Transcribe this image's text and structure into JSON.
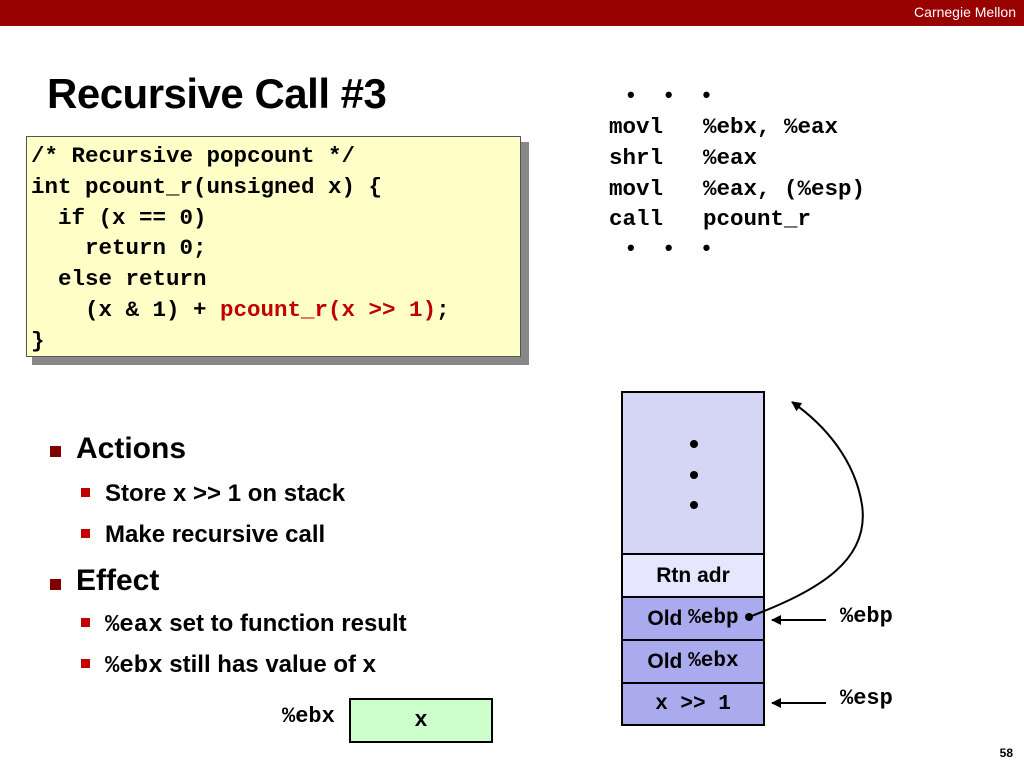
{
  "header": {
    "org": "Carnegie Mellon"
  },
  "slide": {
    "title": "Recursive Call #3",
    "page_number": "58"
  },
  "code": {
    "lines": [
      "/* Recursive popcount */",
      "int pcount_r(unsigned x) {",
      "  if (x == 0)",
      "    return 0;",
      "  else return",
      "    (x & 1) + "
    ],
    "highlight": "pcount_r(x >> 1)",
    "line6_end": ";",
    "closing": "}"
  },
  "assembly": {
    "ellipsis_top": "• • •",
    "ellipsis_bottom": "• • •",
    "instructions": [
      {
        "op": "movl",
        "args": "%ebx, %eax"
      },
      {
        "op": "shrl",
        "args": "%eax"
      },
      {
        "op": "movl",
        "args": "%eax, (%esp)"
      },
      {
        "op": "call",
        "args": "pcount_r"
      }
    ]
  },
  "bullets": {
    "actions": {
      "label": "Actions",
      "items": [
        "Store x >> 1 on stack",
        "Make recursive call"
      ]
    },
    "effect": {
      "label": "Effect",
      "items": [
        {
          "reg": "%eax",
          "text": " set to function result"
        },
        {
          "reg": "%ebx",
          "text": " still has value of x"
        }
      ]
    }
  },
  "stack": {
    "cells": [
      {
        "label": "Rtn adr"
      },
      {
        "prefix": "Old ",
        "reg": "%ebp"
      },
      {
        "prefix": "Old ",
        "reg": "%ebx"
      },
      {
        "code": "x >> 1"
      }
    ],
    "pointers": {
      "ebp": "%ebp",
      "esp": "%esp"
    }
  },
  "register": {
    "name": "%ebx",
    "value": "x"
  },
  "colors": {
    "header_bar": "#990000",
    "code_bg": "#ffffc8",
    "highlight": "#c00000",
    "stack_top": "#d5d5f5",
    "stack_rtn": "#e6e6ff",
    "stack_cells": "#aaaaee",
    "register_bg": "#ccffcc"
  }
}
